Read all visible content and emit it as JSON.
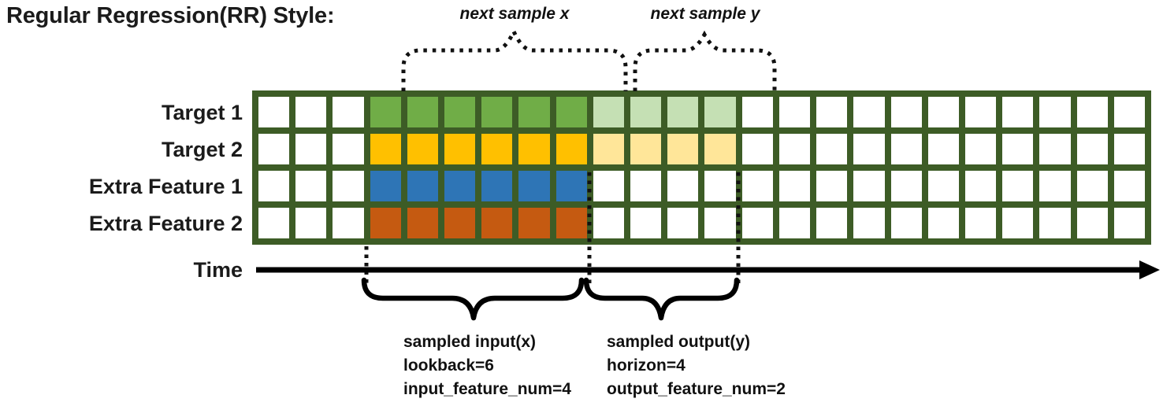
{
  "title": "Regular Regression(RR) Style:",
  "top_annotations": {
    "next_sample_x": "next sample x",
    "next_sample_y": "next sample y"
  },
  "grid": {
    "total_columns": 24,
    "total_rows": 4,
    "empty_before": 3,
    "lookback": 6,
    "horizon": 4
  },
  "rows": [
    {
      "label": "Target 1",
      "lookback_color": "#70ad47",
      "horizon_color": "#c5e0b4"
    },
    {
      "label": "Target 2",
      "lookback_color": "#ffc000",
      "horizon_color": "#ffe699"
    },
    {
      "label": "Extra Feature 1",
      "lookback_color": "#2e75b6",
      "horizon_color": null
    },
    {
      "label": "Extra Feature 2",
      "lookback_color": "#c55a11",
      "horizon_color": null
    }
  ],
  "time_axis": {
    "label": "Time"
  },
  "bottom_annotations": {
    "input": {
      "lines": [
        "sampled input(x)",
        "lookback=6",
        "input_feature_num=4"
      ]
    },
    "output": {
      "lines": [
        "sampled output(y)",
        "horizon=4",
        "output_feature_num=2"
      ]
    }
  },
  "colors": {
    "grid_line": "#3d5c26",
    "cell_empty": "#ffffff",
    "annotation": "#111111"
  }
}
